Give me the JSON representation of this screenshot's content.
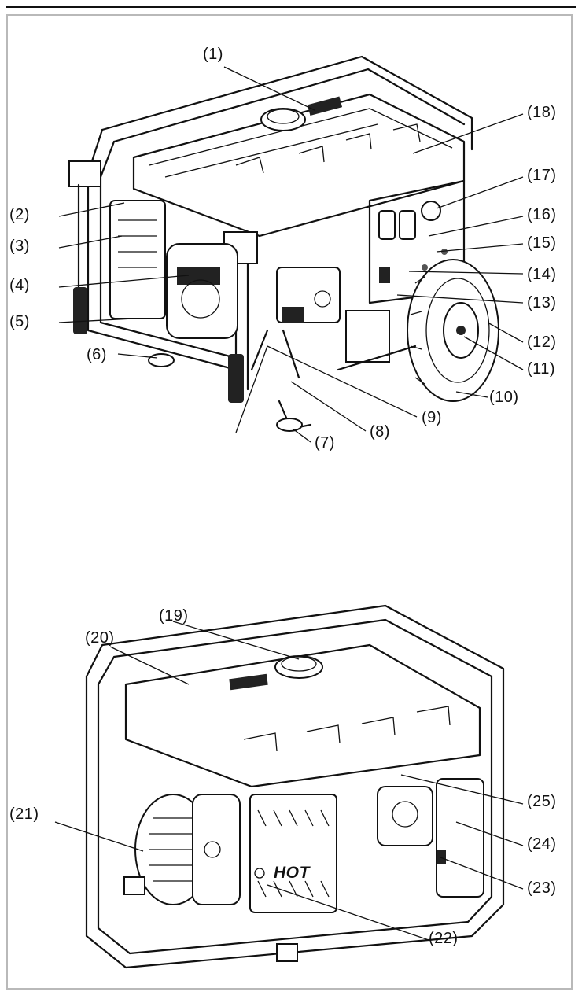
{
  "figure_top": {
    "callouts": [
      "(1)",
      "(2)",
      "(3)",
      "(4)",
      "(5)",
      "(6)",
      "(7)",
      "(8)",
      "(9)",
      "(10)",
      "(11)",
      "(12)",
      "(13)",
      "(14)",
      "(15)",
      "(16)",
      "(17)",
      "(18)"
    ]
  },
  "figure_bottom": {
    "callouts": [
      "(19)",
      "(20)",
      "(21)",
      "(22)",
      "(23)",
      "(24)",
      "(25)"
    ],
    "muffler_text": "HOT"
  }
}
